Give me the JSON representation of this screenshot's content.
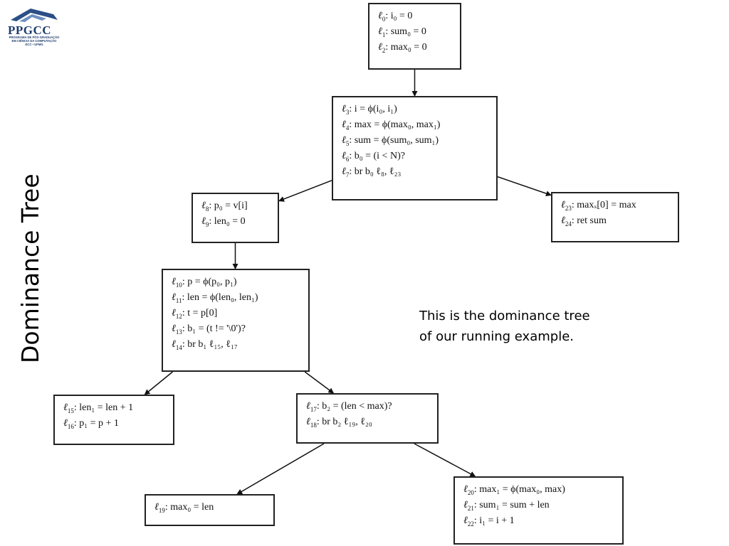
{
  "logo": {
    "text": "PPGCC",
    "subtitle": [
      "PROGRAMA DE PÓS-GRADUAÇÃO",
      "EM CIÊNCIA DA COMPUTAÇÃO",
      "DCC • UFMG"
    ]
  },
  "slide_title": "Dominance Tree",
  "caption": [
    "This is the dominance tree",
    "of our running example."
  ],
  "nodes": [
    {
      "id": "n0",
      "lines": [
        {
          "label": "ℓ",
          "sub": "0",
          "code": ": i₀ = 0"
        },
        {
          "label": "ℓ",
          "sub": "1",
          "code": ": sum₀ = 0"
        },
        {
          "label": "ℓ",
          "sub": "2",
          "code": ": max₀ = 0"
        }
      ]
    },
    {
      "id": "n1",
      "lines": [
        {
          "label": "ℓ",
          "sub": "3",
          "code": ": i = ϕ(i₀, i₁)"
        },
        {
          "label": "ℓ",
          "sub": "4",
          "code": ": max = ϕ(max₀, max₁)"
        },
        {
          "label": "ℓ",
          "sub": "5",
          "code": ": sum = ϕ(sum₀, sum₁)"
        },
        {
          "label": "ℓ",
          "sub": "6",
          "code": ": b₀ = (i < N)?"
        },
        {
          "label": "ℓ",
          "sub": "7",
          "code": ": br b₀  ℓ₈,  ℓ₂₃"
        }
      ]
    },
    {
      "id": "n2",
      "lines": [
        {
          "label": "ℓ",
          "sub": "8",
          "code": ": p₀ = v[i]"
        },
        {
          "label": "ℓ",
          "sub": "9",
          "code": ": len₀ = 0"
        }
      ]
    },
    {
      "id": "n3",
      "lines": [
        {
          "label": "ℓ",
          "sub": "23",
          "code": ": maxₓ[0] = max"
        },
        {
          "label": "ℓ",
          "sub": "24",
          "code": ": ret sum"
        }
      ]
    },
    {
      "id": "n4",
      "lines": [
        {
          "label": "ℓ",
          "sub": "10",
          "code": ": p = ϕ(p₀, p₁)"
        },
        {
          "label": "ℓ",
          "sub": "11",
          "code": ": len = ϕ(len₀, len₁)"
        },
        {
          "label": "ℓ",
          "sub": "12",
          "code": ": t = p[0]"
        },
        {
          "label": "ℓ",
          "sub": "13",
          "code": ": b₁ = (t != '\\0')?"
        },
        {
          "label": "ℓ",
          "sub": "14",
          "code": ": br b₁  ℓ₁₅,  ℓ₁₇"
        }
      ]
    },
    {
      "id": "n5",
      "lines": [
        {
          "label": "ℓ",
          "sub": "15",
          "code": ": len₁ = len + 1"
        },
        {
          "label": "ℓ",
          "sub": "16",
          "code": ": p₁ = p + 1"
        }
      ]
    },
    {
      "id": "n6",
      "lines": [
        {
          "label": "ℓ",
          "sub": "17",
          "code": ": b₂ = (len < max)?"
        },
        {
          "label": "ℓ",
          "sub": "18",
          "code": ": br b₂  ℓ₁₉,  ℓ₂₀"
        }
      ]
    },
    {
      "id": "n7",
      "lines": [
        {
          "label": "ℓ",
          "sub": "19",
          "code": ": max₀ = len"
        }
      ]
    },
    {
      "id": "n8",
      "lines": [
        {
          "label": "ℓ",
          "sub": "20",
          "code": ": max₁ = ϕ(max₀, max)"
        },
        {
          "label": "ℓ",
          "sub": "21",
          "code": ": sum₁ = sum + len"
        },
        {
          "label": "ℓ",
          "sub": "22",
          "code": ": i₁ = i + 1"
        }
      ]
    }
  ],
  "edges": [
    {
      "from": "n0",
      "to": "n1"
    },
    {
      "from": "n1",
      "to": "n2"
    },
    {
      "from": "n1",
      "to": "n3"
    },
    {
      "from": "n2",
      "to": "n4"
    },
    {
      "from": "n4",
      "to": "n5"
    },
    {
      "from": "n4",
      "to": "n6"
    },
    {
      "from": "n6",
      "to": "n7"
    },
    {
      "from": "n6",
      "to": "n8"
    }
  ]
}
